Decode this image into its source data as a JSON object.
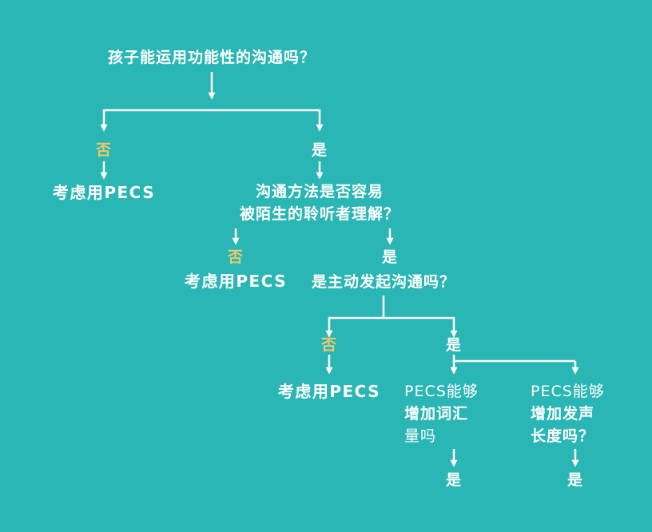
{
  "colors": {
    "background": "#29B6B4",
    "text": "#FFFFFF",
    "highlight": "#E8C96F"
  },
  "flowchart": {
    "root_question": "孩子能运用功能性的沟通吗？",
    "level1": {
      "no_label": "否",
      "no_result": "考虑用PECS",
      "yes_label": "是"
    },
    "question2": {
      "line1": "沟通方法是否容易",
      "line2": "被陌生的聆听者理解？"
    },
    "level2": {
      "no_label": "否",
      "no_result": "考虑用PECS",
      "yes_label": "是"
    },
    "question3": "是主动发起沟通吗？",
    "level3": {
      "no_label": "否",
      "no_result": "考虑用PECS",
      "yes_label": "是"
    },
    "leaf_vocabulary": {
      "line1": "PECS能够",
      "line2": "增加词汇",
      "line3": "量吗",
      "result": "是"
    },
    "leaf_utterance": {
      "line1": "PECS能够",
      "line2": "增加发声",
      "line3": "长度吗？",
      "result": "是"
    }
  }
}
